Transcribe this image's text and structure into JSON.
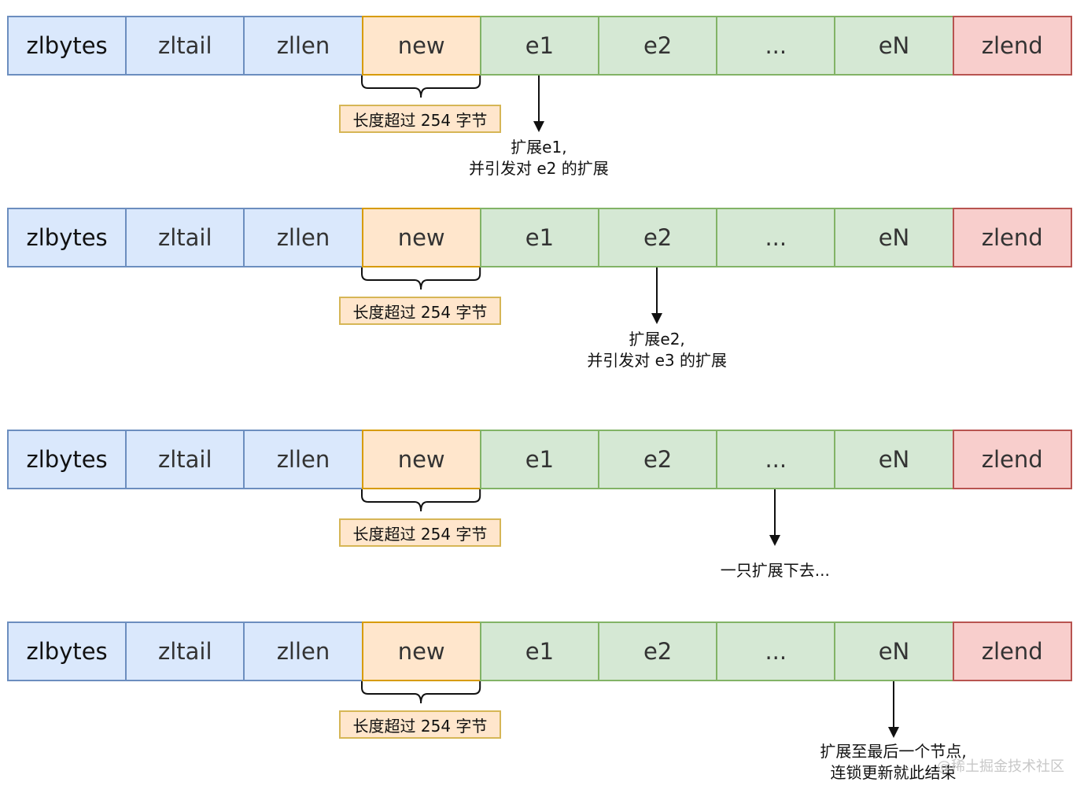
{
  "cells": [
    "zlbytes",
    "zltail",
    "zllen",
    "new",
    "e1",
    "e2",
    "...",
    "eN",
    "zlend"
  ],
  "tag_label": "长度超过 254 字节",
  "steps": [
    {
      "note_lines": [
        "扩展e1,",
        "并引发对 e2 的扩展"
      ],
      "target": "e1"
    },
    {
      "note_lines": [
        "扩展e2,",
        "并引发对 e3 的扩展"
      ],
      "target": "e2"
    },
    {
      "note_lines": [
        "一只扩展下去..."
      ],
      "target": "..."
    },
    {
      "note_lines": [
        "扩展至最后一个节点,",
        "连锁更新就此结束"
      ],
      "target": "eN"
    }
  ],
  "colors": {
    "header_fill": "#dae8fc",
    "header_stroke": "#6c8ebf",
    "new_fill": "#ffe6cc",
    "new_stroke": "#d79b00",
    "entry_fill": "#d5e8d4",
    "entry_stroke": "#82b366",
    "end_fill": "#f8cecc",
    "end_stroke": "#b85450",
    "tag_stroke": "#d6b656"
  },
  "watermark": "@稀土掘金技术社区"
}
